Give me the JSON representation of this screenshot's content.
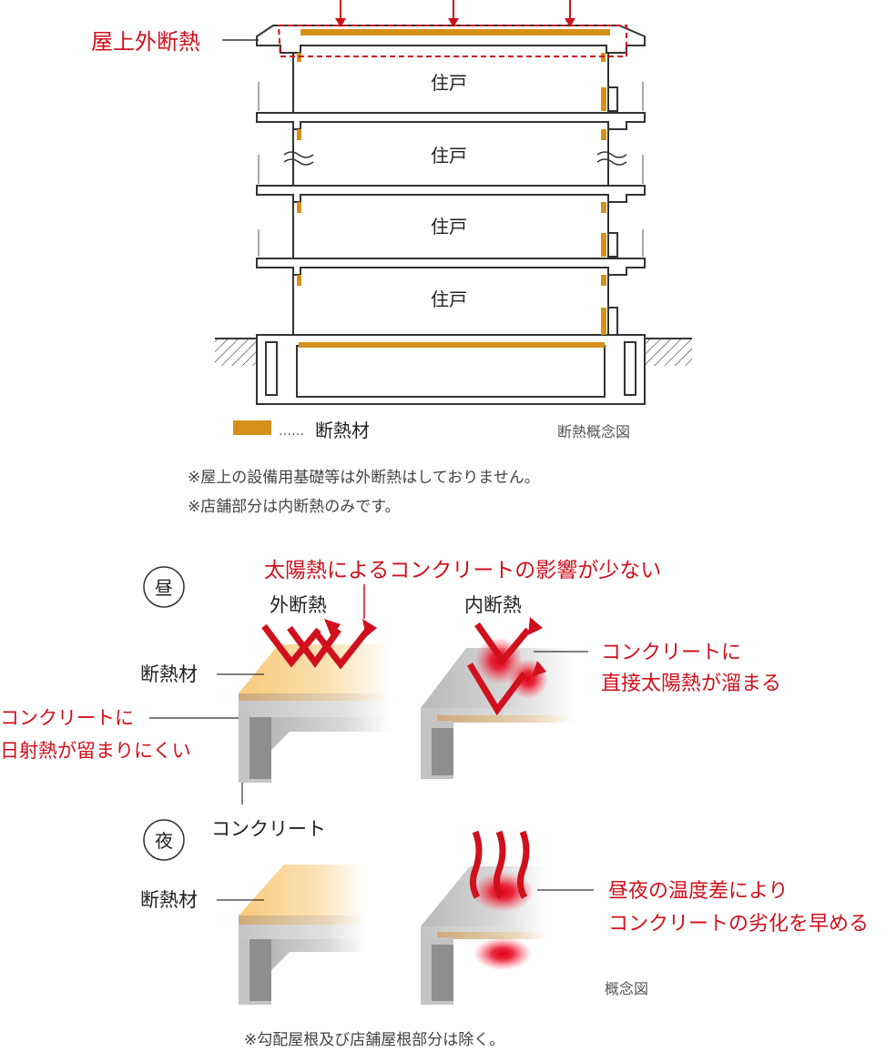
{
  "section_cross": {
    "roof_label": "屋上外断熱",
    "unit_label": "住戸",
    "legend_dots": "……",
    "legend_label": "断熱材",
    "caption": "断熱概念図",
    "note1": "※屋上の設備用基礎等は外断熱はしておりません。",
    "note2": "※店舗部分は内断熱のみです。"
  },
  "comparison": {
    "day_label": "昼",
    "night_label": "夜",
    "headline": "太陽熱によるコンクリートの影響が少ない",
    "external_label": "外断熱",
    "internal_label": "内断熱",
    "insulation_label": "断熱材",
    "concrete_label": "コンクリート",
    "ext_note_line1": "コンクリートに",
    "ext_note_line2": "日射熱が留まりにくい",
    "int_day_line1": "コンクリートに",
    "int_day_line2": "直接太陽熱が溜まる",
    "int_night_line1": "昼夜の温度差により",
    "int_night_line2": "コンクリートの劣化を早める",
    "caption": "概念図",
    "footnote": "※勾配屋根及び店舗屋根部分は除く。"
  },
  "colors": {
    "insulation": "#d4901a",
    "accent_red": "#d0101c",
    "concrete": "#c8c8c8",
    "line": "#333333"
  }
}
